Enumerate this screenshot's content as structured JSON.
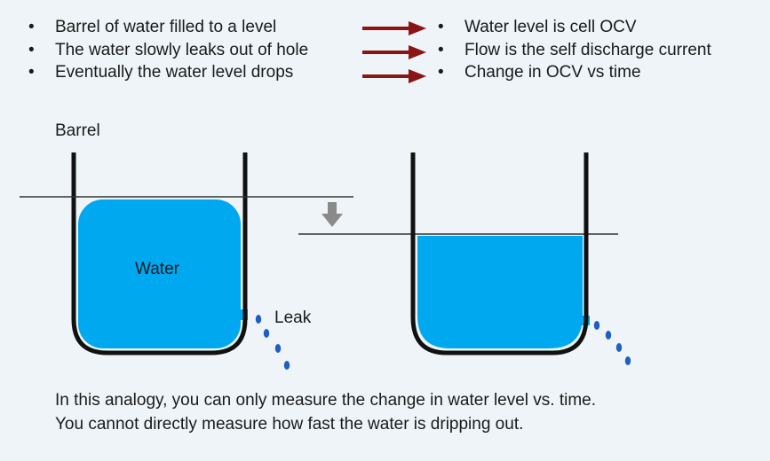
{
  "left_bullets": [
    "Barrel of water filled to a level",
    "The water slowly leaks out of hole",
    "Eventually the water level drops"
  ],
  "right_bullets": [
    "Water level is cell OCV",
    "Flow is the self discharge current",
    "Change in OCV vs time"
  ],
  "labels": {
    "barrel": "Barrel",
    "water": "Water",
    "leak": "Leak"
  },
  "caption": {
    "line1": "In this analogy, you can only measure the change in water level vs. time.",
    "line2": "You cannot directly measure how fast the water is dripping out."
  },
  "colors": {
    "water": "#00a8f0",
    "arrow": "#8b1515",
    "barrel": "#111111",
    "drop": "#1f5fc4",
    "down_arrow": "#8a8a8a"
  },
  "icons": {
    "mapping_arrow": "right-arrow-icon",
    "level_drop": "down-arrow-icon"
  }
}
